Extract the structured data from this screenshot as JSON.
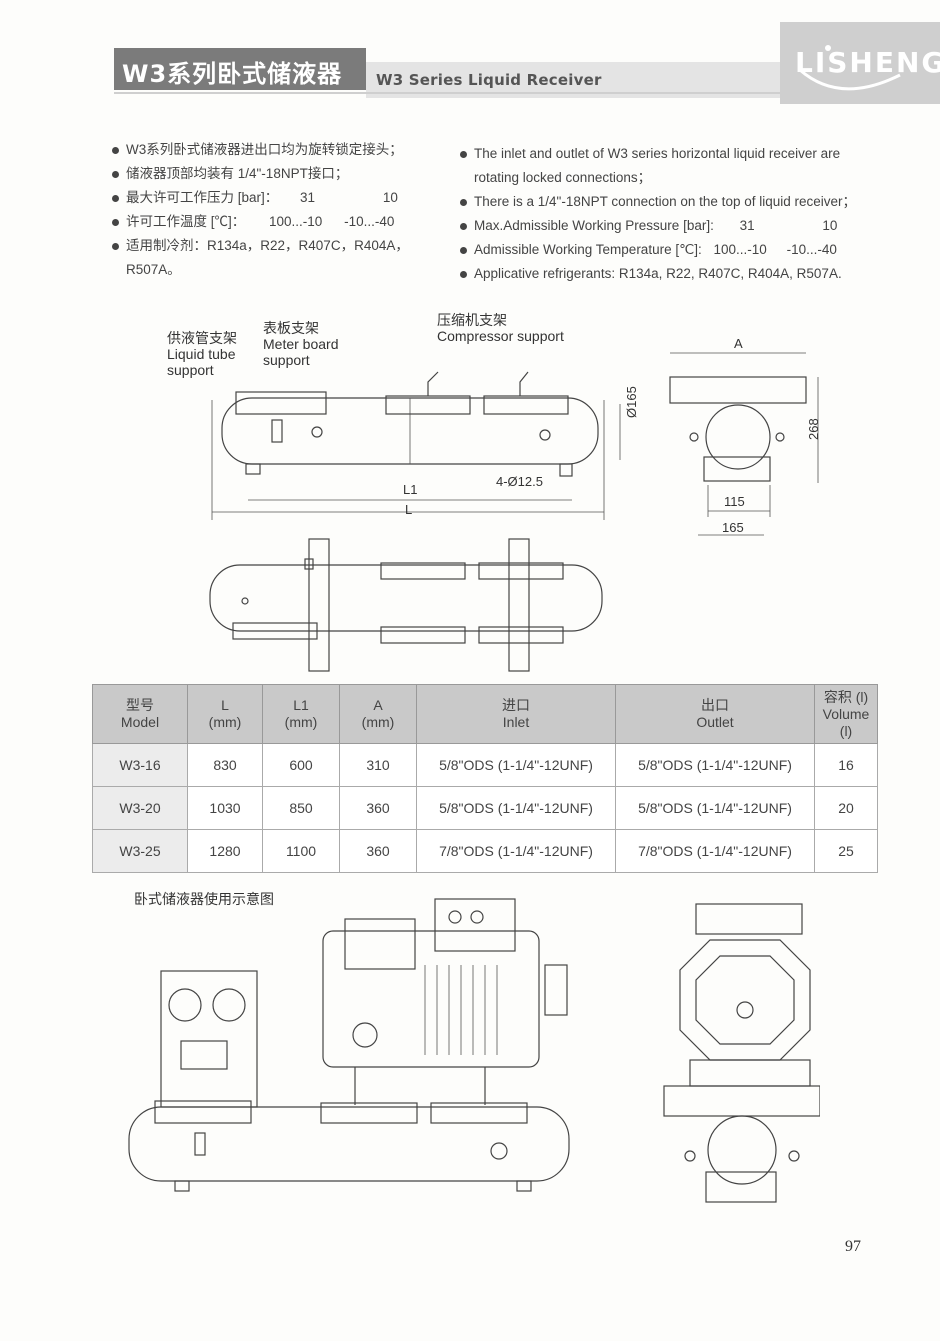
{
  "header": {
    "title_cn": "W3系列卧式储液器",
    "title_en": "W3 Series Liquid Receiver",
    "logo": "LISHENG"
  },
  "features_cn": [
    "W3系列卧式储液器进出口均为旋转锁定接头；",
    "储液器顶部均装有 1/4\"-18NPT接口；",
    "最大许可工作压力 [bar]：",
    "许可工作温度 [℃]：",
    "适用制冷剂：R134a，R22，R407C，R404A，"
  ],
  "features_cn_values": {
    "pressure_1": "31",
    "pressure_2": "10",
    "temp_1": "100...-10",
    "temp_2": "-10...-40",
    "refrigerant_cont": "R507A。"
  },
  "features_en": [
    "The inlet and outlet of W3 series horizontal liquid receiver are",
    "There is a 1/4\"-18NPT connection on the top of liquid receiver；",
    "Max.Admissible Working Pressure [bar]:",
    "Admissible Working Temperature [℃]:",
    "Applicative refrigerants: R134a, R22, R407C, R404A, R507A."
  ],
  "features_en_values": {
    "line1_cont": "rotating locked connections；",
    "pressure_1": "31",
    "pressure_2": "10",
    "temp_1": "100...-10",
    "temp_2": "-10...-40"
  },
  "drawing_labels": {
    "liquid_tube_cn": "供液管支架",
    "liquid_tube_en1": "Liquid tube",
    "liquid_tube_en2": "support",
    "meter_cn": "表板支架",
    "meter_en1": "Meter board",
    "meter_en2": "support",
    "compressor_cn": "压缩机支架",
    "compressor_en": "Compressor support",
    "dim_A": "A",
    "dim_d165": "Ø165",
    "dim_268": "268",
    "dim_holes": "4-Ø12.5",
    "dim_L1": "L1",
    "dim_L": "L",
    "dim_115": "115",
    "dim_165": "165"
  },
  "table": {
    "headers": [
      {
        "cn": "型号",
        "en": "Model"
      },
      {
        "cn": "L",
        "en": "(mm)"
      },
      {
        "cn": "L1",
        "en": "(mm)"
      },
      {
        "cn": "A",
        "en": "(mm)"
      },
      {
        "cn": "进口",
        "en": "Inlet"
      },
      {
        "cn": "出口",
        "en": "Outlet"
      },
      {
        "cn": "容积 (l)",
        "en": "Volume (l)"
      }
    ],
    "rows": [
      [
        "W3-16",
        "830",
        "600",
        "310",
        "5/8\"ODS (1-1/4\"-12UNF)",
        "5/8\"ODS (1-1/4\"-12UNF)",
        "16"
      ],
      [
        "W3-20",
        "1030",
        "850",
        "360",
        "5/8\"ODS (1-1/4\"-12UNF)",
        "5/8\"ODS (1-1/4\"-12UNF)",
        "20"
      ],
      [
        "W3-25",
        "1280",
        "1100",
        "360",
        "7/8\"ODS (1-1/4\"-12UNF)",
        "7/8\"ODS (1-1/4\"-12UNF)",
        "25"
      ]
    ]
  },
  "caption": "卧式储液器使用示意图",
  "page_number": "97"
}
